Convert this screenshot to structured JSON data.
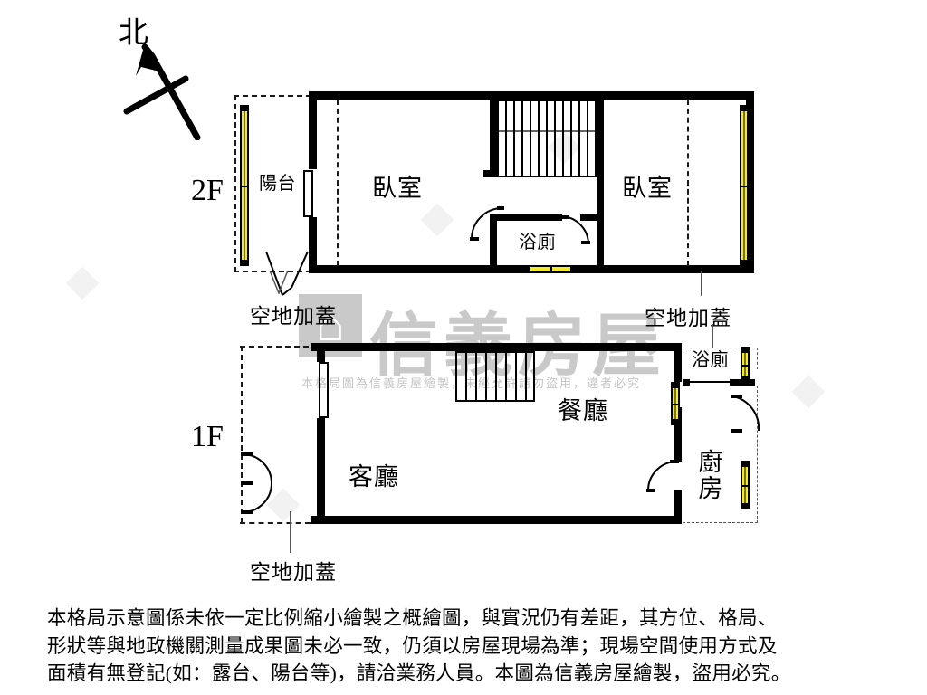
{
  "document": {
    "type": "real-estate-floor-plan",
    "compass": {
      "label": "北",
      "icon": "north-arrow-icon"
    }
  },
  "floors": [
    {
      "id": "2F",
      "label": "2F",
      "rooms": [
        {
          "name": "balcony",
          "label": "陽台"
        },
        {
          "name": "bedroom-left",
          "label": "臥室"
        },
        {
          "name": "bathroom",
          "label": "浴廁"
        },
        {
          "name": "bedroom-right",
          "label": "臥室"
        }
      ],
      "annotations": [
        {
          "name": "extension-left",
          "label": "空地加蓋"
        },
        {
          "name": "extension-right",
          "label": "空地加蓋"
        }
      ]
    },
    {
      "id": "1F",
      "label": "1F",
      "rooms": [
        {
          "name": "living-room",
          "label": "客廳"
        },
        {
          "name": "dining-room",
          "label": "餐廳"
        },
        {
          "name": "bathroom",
          "label": "浴廁"
        },
        {
          "name": "kitchen",
          "label": "廚房"
        }
      ],
      "annotations": [
        {
          "name": "extension-front",
          "label": "空地加蓋"
        }
      ]
    }
  ],
  "watermark": {
    "logo_glyph": "⌂",
    "brand": "信義房屋",
    "notice": "本格局圖為信義房屋繪製，未經允許請勿盜用，違者必究"
  },
  "disclaimer": {
    "line1": "本格局示意圖係未依一定比例縮小繪製之概繪圖，與實況仍有差距，其方位、格局、",
    "line2": "形狀等與地政機關測量成果圖未必一致，仍須以房屋現場為準；現場空間使用方式及",
    "line3": "面積有無登記(如：露台、陽台等)，請洽業務人員。本圖為信義房屋繪製，盜用必究。"
  },
  "colors": {
    "wall": "#000000",
    "window": "#f2ea2a",
    "watermark": "#c9c9c9",
    "dashed_boundary": "#1a1a1a",
    "background": "#ffffff"
  }
}
